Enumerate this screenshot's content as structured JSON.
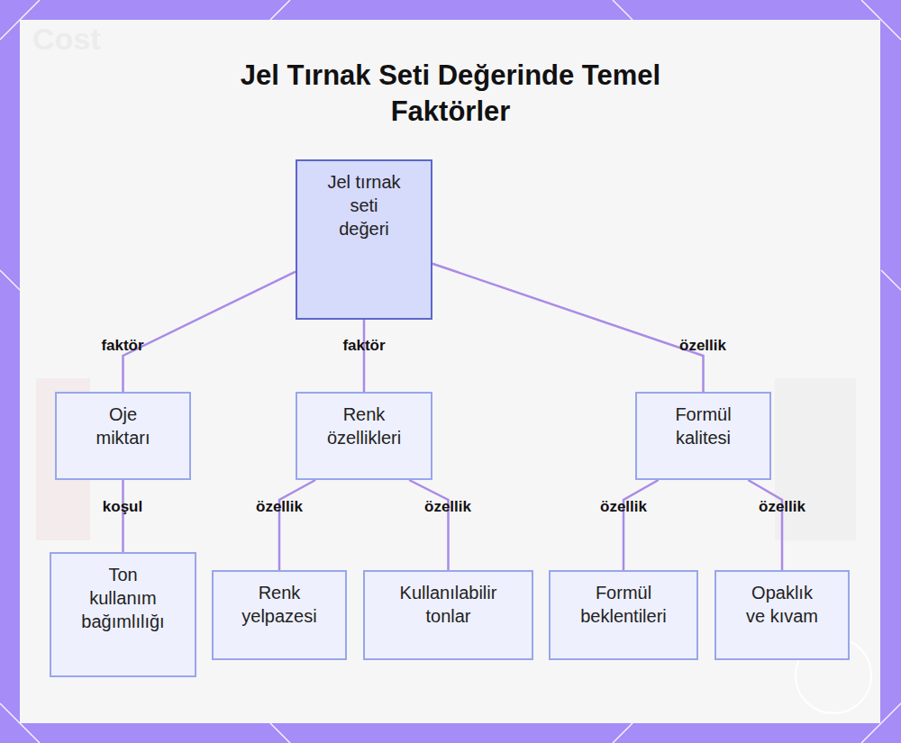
{
  "diagram": {
    "title": "Jel Tırnak Seti Değerinde Temel Faktörler",
    "nodes": [
      {
        "text": [
          "Jel tırnak seti değeri"
        ]
      },
      {
        "text": [
          "Oje miktarı"
        ]
      },
      {
        "text": [
          "Renk özellikleri"
        ]
      },
      {
        "text": [
          "Formül kalitesi"
        ]
      },
      {
        "text": [
          "Ton kullanım bağımlılığı"
        ]
      },
      {
        "text": [
          "Renk yelpazesi"
        ]
      },
      {
        "text": [
          "Kullanılabilir tonlar"
        ]
      },
      {
        "text": [
          "Formül beklentileri"
        ]
      },
      {
        "text": [
          "Opaklık ve kıvam"
        ]
      }
    ],
    "edges": [
      {
        "from": 0,
        "to": 1,
        "label": "faktör",
        "arrow": "none"
      },
      {
        "from": 0,
        "to": 2,
        "label": "faktör",
        "arrow": "none"
      },
      {
        "from": 0,
        "to": 3,
        "label": "özellik",
        "arrow": "none"
      },
      {
        "from": 1,
        "to": 4,
        "label": "koşul",
        "arrow": "none"
      },
      {
        "from": 2,
        "to": 5,
        "label": "özellik",
        "arrow": "none"
      },
      {
        "from": 2,
        "to": 6,
        "label": "özellik",
        "arrow": "none"
      },
      {
        "from": 3,
        "to": 7,
        "label": "özellik",
        "arrow": "none"
      },
      {
        "from": 3,
        "to": 8,
        "label": "özellik",
        "arrow": "none"
      }
    ],
    "labels": [
      "Cost"
    ]
  }
}
